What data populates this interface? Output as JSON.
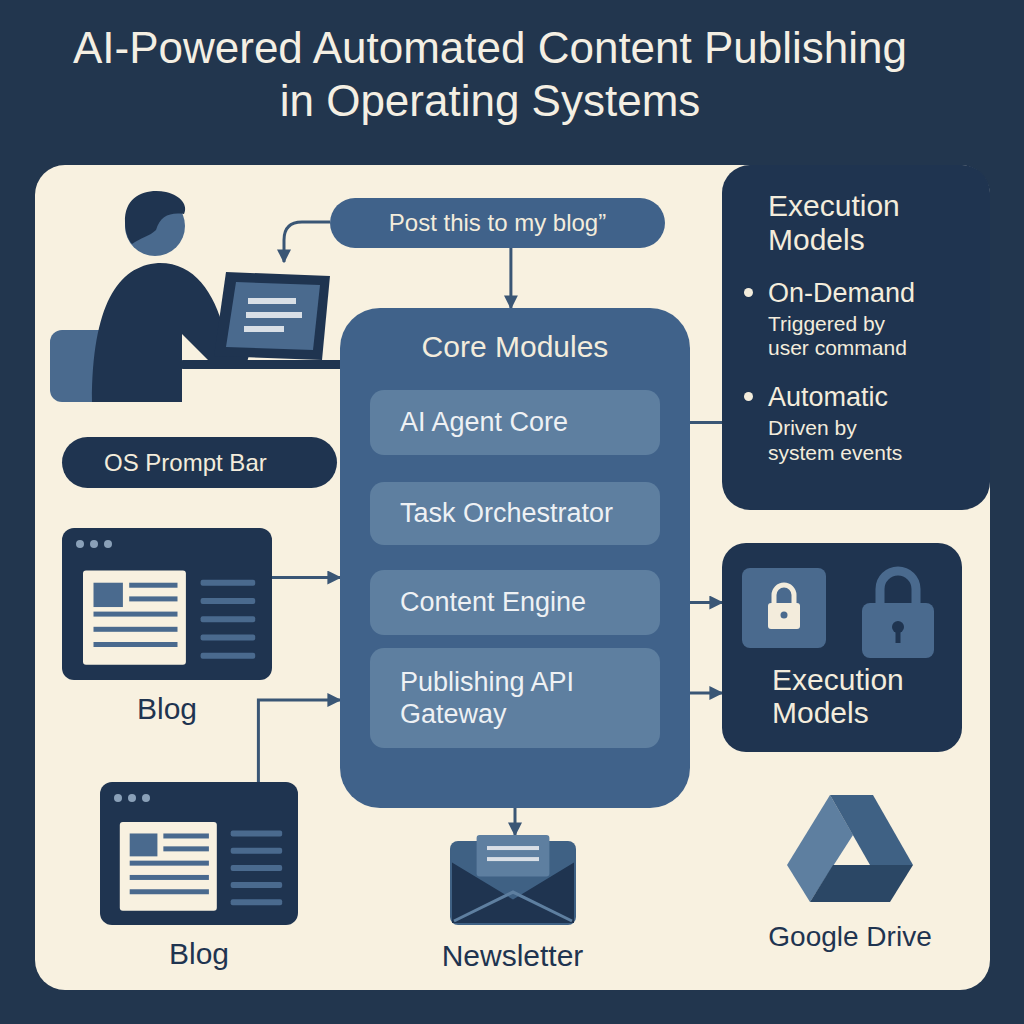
{
  "diagram": {
    "title": "AI-Powered Automated Content Publishing in Operating Systems",
    "nodes": [
      {
        "text": [
          "Post this to my blog”"
        ]
      },
      {
        "text": [
          "Core Modules"
        ]
      },
      {
        "text": [
          "AI Agent Core"
        ],
        "in": 1
      },
      {
        "text": [
          "Task Orchestrator"
        ],
        "in": 1
      },
      {
        "text": [
          "Content Engine"
        ],
        "in": 1
      },
      {
        "text": [
          "Publishing API Gateway"
        ],
        "in": 1
      },
      {
        "text": [
          "Execution Models",
          "On-Demand",
          "Triggered by user command",
          "Automatic",
          "Driven by system events"
        ]
      },
      {
        "text": [
          "OS Prompt Bar"
        ]
      },
      {
        "text": [
          "Blog"
        ]
      },
      {
        "text": [
          "Blog"
        ]
      },
      {
        "text": [
          "Newsletter"
        ]
      },
      {
        "text": [
          "Execution Models"
        ]
      },
      {
        "text": [
          "Google Drive"
        ]
      }
    ],
    "edges": [
      {
        "from": 0,
        "to": 1,
        "arrow": "to"
      },
      {
        "from": 2,
        "to": 6,
        "arrow": "none"
      },
      {
        "from": 2,
        "to": 3,
        "arrow": "none"
      },
      {
        "from": 3,
        "to": 4,
        "arrow": "none"
      },
      {
        "from": 4,
        "to": 5,
        "arrow": "none"
      },
      {
        "from": 8,
        "to": 1,
        "arrow": "to"
      },
      {
        "from": 9,
        "to": 1,
        "arrow": "to"
      },
      {
        "from": 4,
        "to": 11,
        "arrow": "to"
      },
      {
        "from": 5,
        "to": 11,
        "arrow": "to"
      },
      {
        "from": 1,
        "to": 10,
        "arrow": "to"
      }
    ]
  }
}
